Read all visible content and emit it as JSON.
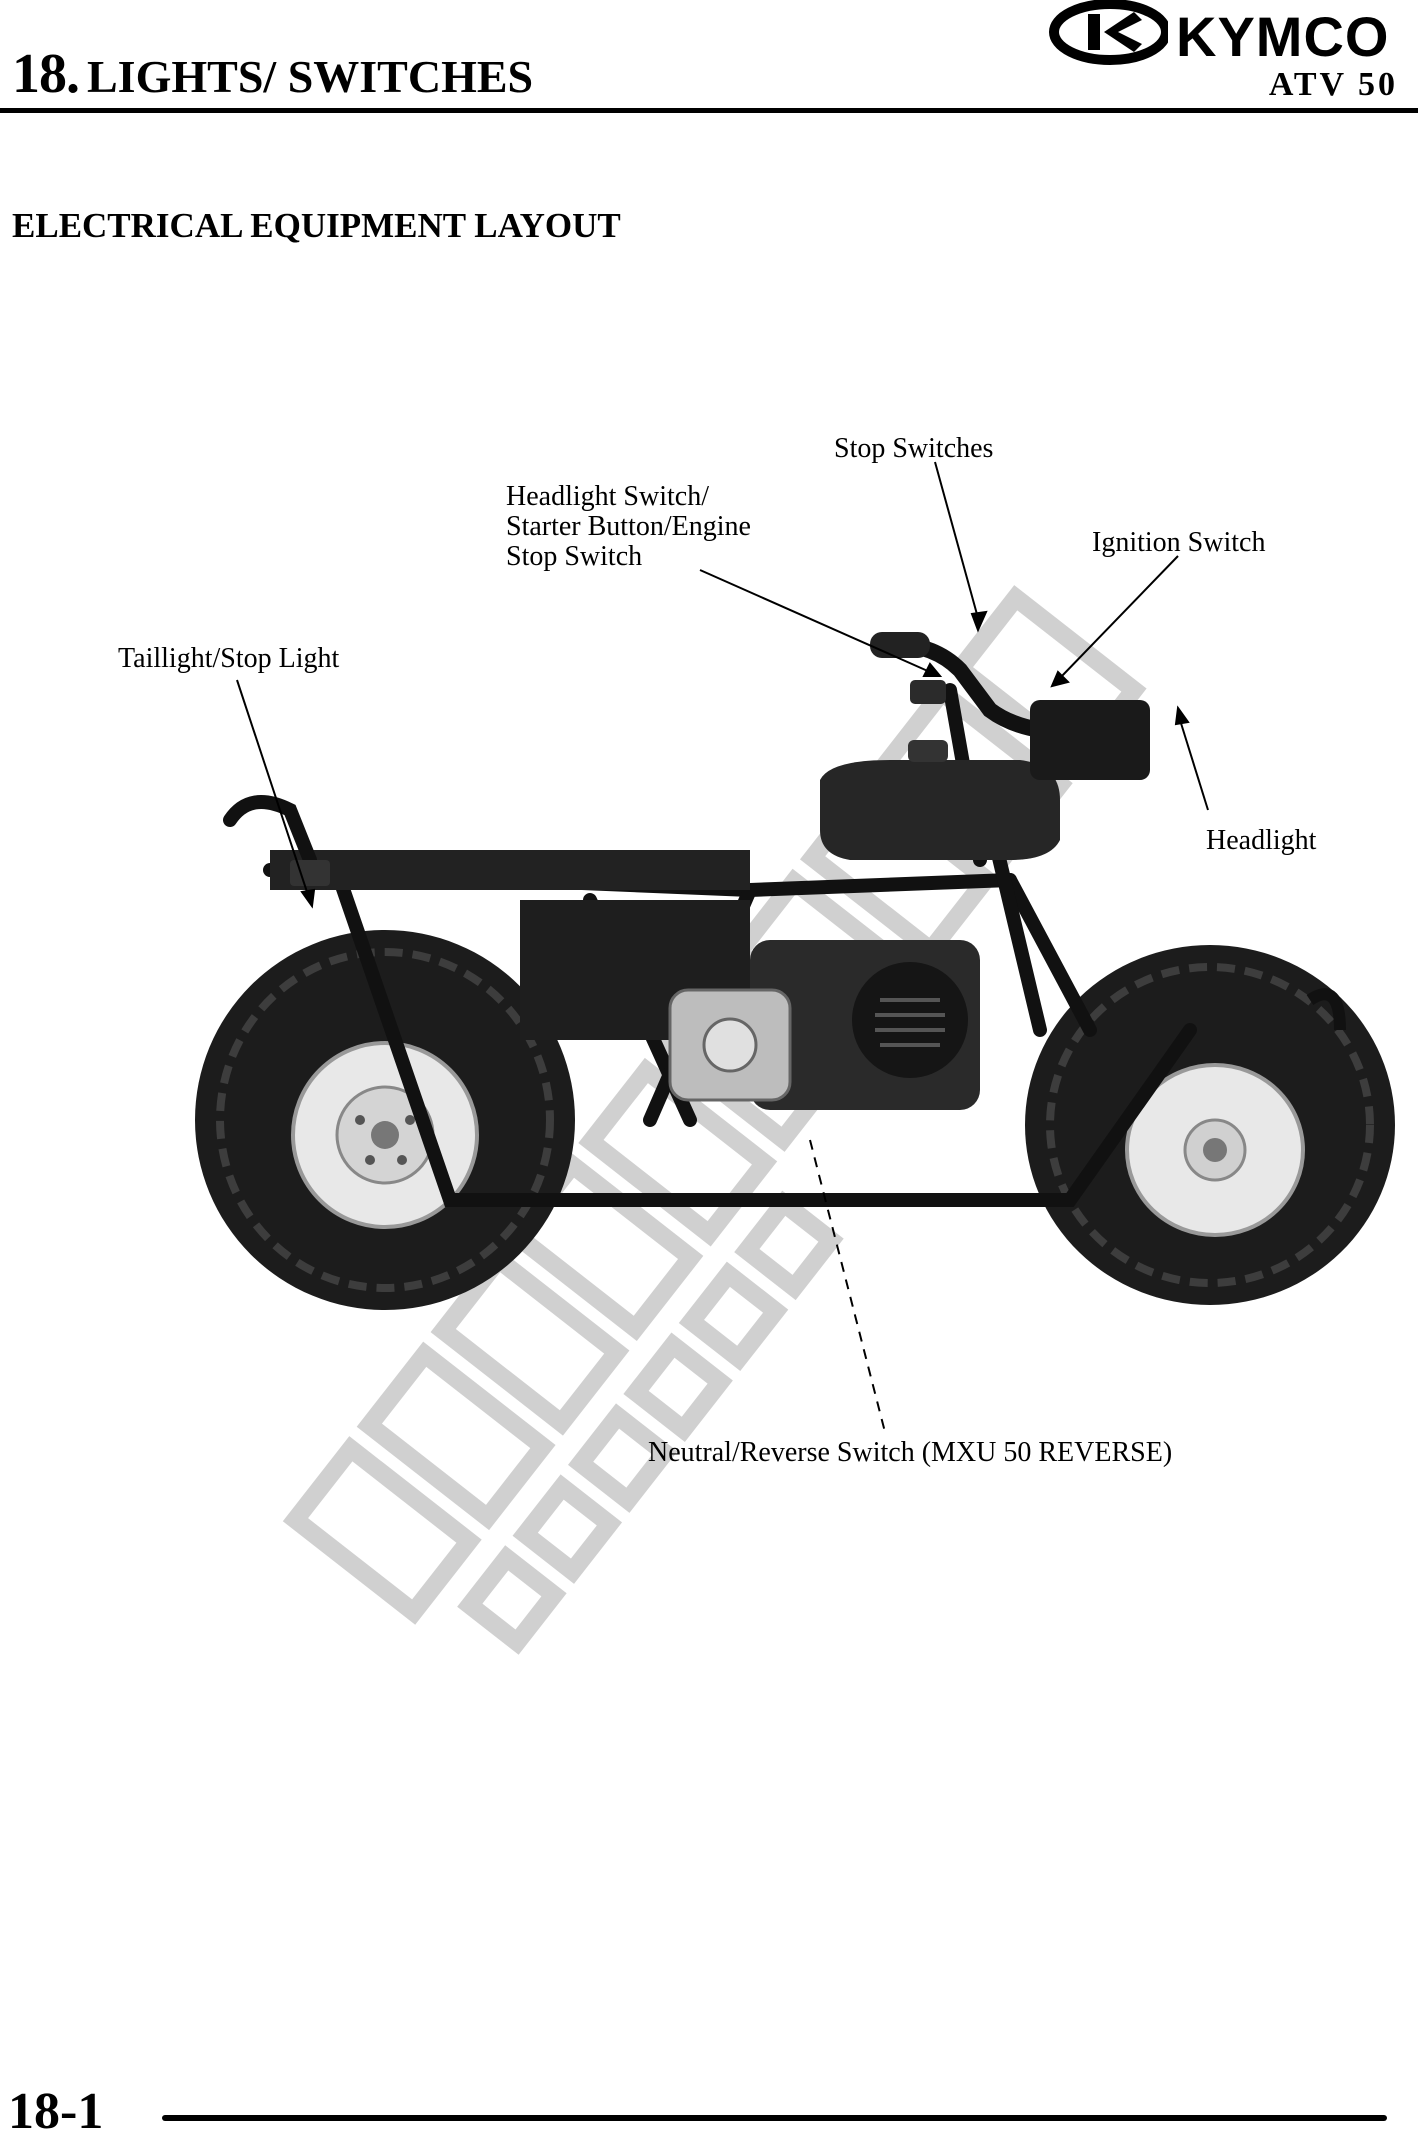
{
  "header": {
    "brand": "KYMCO",
    "model": "ATV 50",
    "chapter_number": "18.",
    "chapter_title": "LIGHTS/ SWITCHES"
  },
  "section_title": "ELECTRICAL EQUIPMENT LAYOUT",
  "callouts": {
    "stop_switches": "Stop Switches",
    "handlebar_switch": "Headlight Switch/\nStarter Button/Engine\nStop Switch",
    "ignition_switch": "Ignition Switch",
    "taillight": "Taillight/Stop Light",
    "headlight": "Headlight",
    "neutral_reverse": "Neutral/Reverse Switch (MXU 50 REVERSE)"
  },
  "footer": {
    "page_number": "18-1"
  }
}
